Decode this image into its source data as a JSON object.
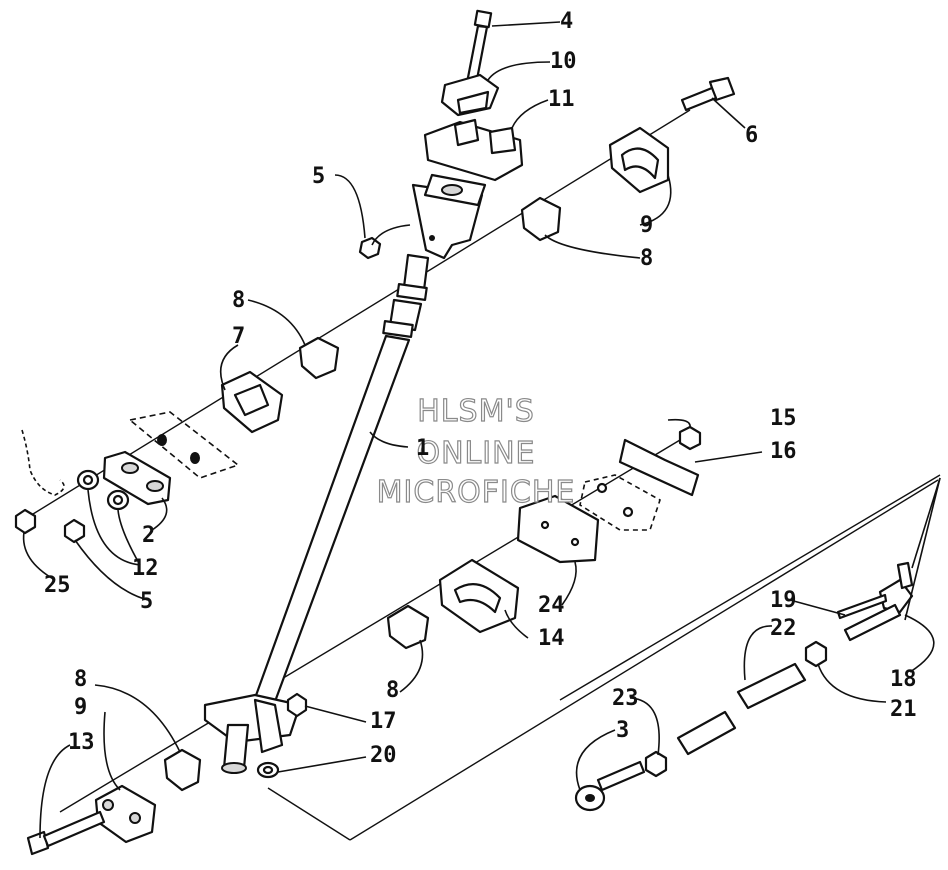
{
  "watermark": {
    "line1": "HLSM'S",
    "line2": "ONLINE",
    "line3": "MICROFICHE"
  },
  "callouts": [
    {
      "id": "c4",
      "text": "4"
    },
    {
      "id": "c10",
      "text": "10"
    },
    {
      "id": "c11",
      "text": "11"
    },
    {
      "id": "c6",
      "text": "6"
    },
    {
      "id": "c5a",
      "text": "5"
    },
    {
      "id": "c9a",
      "text": "9"
    },
    {
      "id": "c8a",
      "text": "8"
    },
    {
      "id": "c8b",
      "text": "8"
    },
    {
      "id": "c7",
      "text": "7"
    },
    {
      "id": "c1",
      "text": "1"
    },
    {
      "id": "c15",
      "text": "15"
    },
    {
      "id": "c16",
      "text": "16"
    },
    {
      "id": "c2",
      "text": "2"
    },
    {
      "id": "c12",
      "text": "12"
    },
    {
      "id": "c25",
      "text": "25"
    },
    {
      "id": "c5b",
      "text": "5"
    },
    {
      "id": "c24",
      "text": "24"
    },
    {
      "id": "c14",
      "text": "14"
    },
    {
      "id": "c19",
      "text": "19"
    },
    {
      "id": "c22",
      "text": "22"
    },
    {
      "id": "c18",
      "text": "18"
    },
    {
      "id": "c21",
      "text": "21"
    },
    {
      "id": "c8c",
      "text": "8"
    },
    {
      "id": "c8d",
      "text": "8"
    },
    {
      "id": "c9b",
      "text": "9"
    },
    {
      "id": "c13",
      "text": "13"
    },
    {
      "id": "c17",
      "text": "17"
    },
    {
      "id": "c20",
      "text": "20"
    },
    {
      "id": "c23",
      "text": "23"
    },
    {
      "id": "c3",
      "text": "3"
    }
  ]
}
